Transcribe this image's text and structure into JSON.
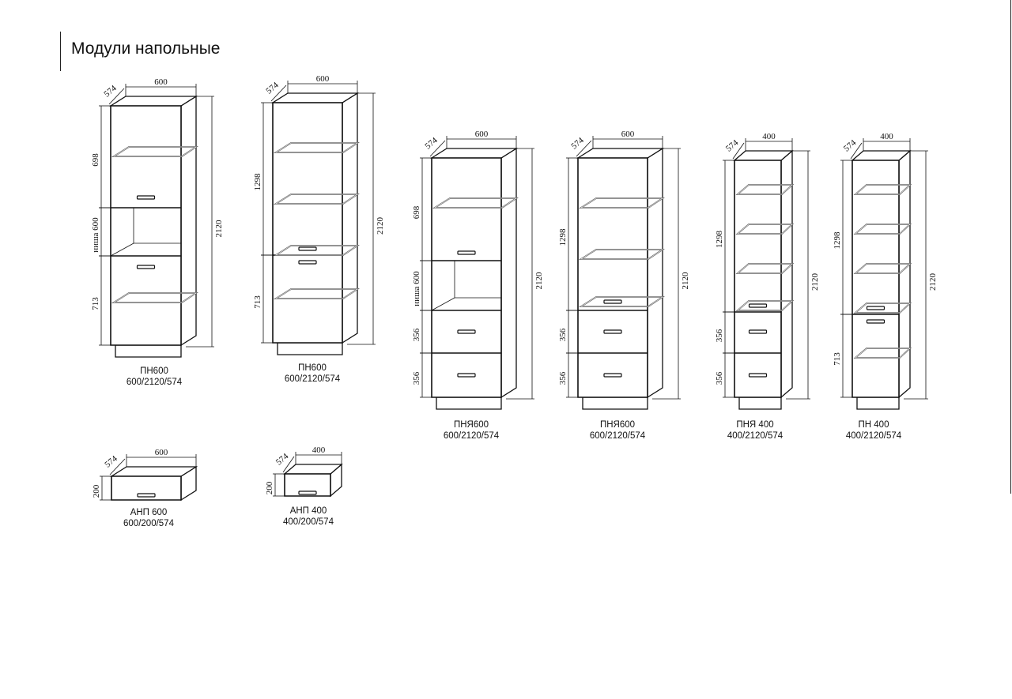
{
  "page": {
    "title": "Модули напольные"
  },
  "modules": [
    {
      "name": "ПН600",
      "dims": "600/2120/574",
      "width": "600",
      "depth": "574",
      "height": "2120",
      "sections": [
        "698",
        "ниша 600",
        "713"
      ]
    },
    {
      "name": "ПН600",
      "dims": "600/2120/574",
      "width": "600",
      "depth": "574",
      "height": "2120",
      "sections": [
        "1298",
        "713"
      ]
    },
    {
      "name": "ПНЯ600",
      "dims": "600/2120/574",
      "width": "600",
      "depth": "574",
      "height": "2120",
      "sections": [
        "698",
        "ниша 600",
        "356",
        "356"
      ]
    },
    {
      "name": "ПНЯ600",
      "dims": "600/2120/574",
      "width": "600",
      "depth": "574",
      "height": "2120",
      "sections": [
        "1298",
        "356",
        "356"
      ]
    },
    {
      "name": "ПНЯ 400",
      "dims": "400/2120/574",
      "width": "400",
      "depth": "574",
      "height": "2120",
      "sections": [
        "1298",
        "356",
        "356"
      ]
    },
    {
      "name": "ПН 400",
      "dims": "400/2120/574",
      "width": "400",
      "depth": "574",
      "height": "2120",
      "sections": [
        "1298",
        "713"
      ]
    },
    {
      "name": "АНП 600",
      "dims": "600/200/574",
      "width": "600",
      "depth": "574",
      "height": "",
      "sections": [
        "200"
      ]
    },
    {
      "name": "АНП 400",
      "dims": "400/200/574",
      "width": "400",
      "depth": "574",
      "height": "",
      "sections": [
        "200"
      ]
    }
  ]
}
